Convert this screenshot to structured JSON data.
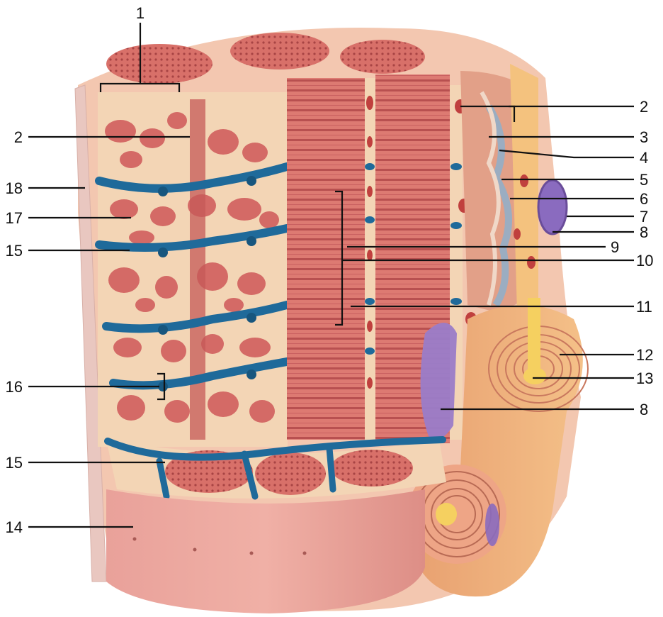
{
  "diagram": {
    "labels": [
      {
        "id": "l1",
        "text": "1"
      },
      {
        "id": "l2a",
        "text": "2"
      },
      {
        "id": "l2b",
        "text": "2"
      },
      {
        "id": "l3",
        "text": "3"
      },
      {
        "id": "l4",
        "text": "4"
      },
      {
        "id": "l5",
        "text": "5"
      },
      {
        "id": "l6",
        "text": "6"
      },
      {
        "id": "l7",
        "text": "7"
      },
      {
        "id": "l8a",
        "text": "8"
      },
      {
        "id": "l9",
        "text": "9"
      },
      {
        "id": "l10",
        "text": "10"
      },
      {
        "id": "l11",
        "text": "11"
      },
      {
        "id": "l12",
        "text": "12"
      },
      {
        "id": "l13",
        "text": "13"
      },
      {
        "id": "l8b",
        "text": "8"
      },
      {
        "id": "l18",
        "text": "18"
      },
      {
        "id": "l17",
        "text": "17"
      },
      {
        "id": "l15a",
        "text": "15"
      },
      {
        "id": "l16",
        "text": "16"
      },
      {
        "id": "l15b",
        "text": "15"
      },
      {
        "id": "l14",
        "text": "14"
      }
    ]
  },
  "colors": {
    "muscle": "#d9706c",
    "muscle_dark": "#b84a4a",
    "muscle_light": "#e99a90",
    "endomysium": "#f3d5b5",
    "t_tubule": "#1f6a9a",
    "sarcolemma": "#e7a07e",
    "myelin": "#f0b87a",
    "axon": "#f5d060",
    "nucleus": "#8a6bbf",
    "outer_sheath": "#e49a8e"
  }
}
